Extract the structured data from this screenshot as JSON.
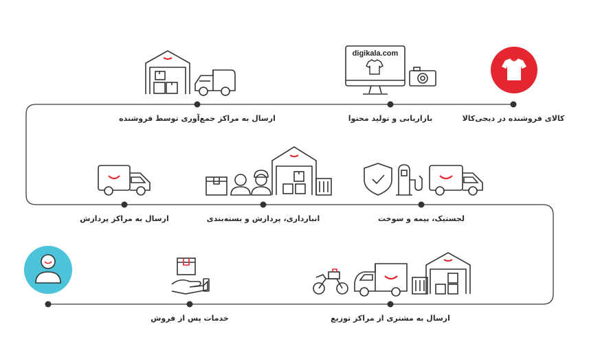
{
  "steps": [
    {
      "label": "کالای فروشنده در دیجی‌کالا"
    },
    {
      "label": "بازاریابی و تولید محتوا"
    },
    {
      "label": "ارسال به مراکز جمع‌آوری توسط فروشنده"
    },
    {
      "label": "لجستیک، بیمه و سوخت"
    },
    {
      "label": "انبارداری، پردازش و بسته‌بندی"
    },
    {
      "label": "ارسال به مراکز پردازش"
    },
    {
      "label": "ارسال به مشتری از مراکز توزیع"
    },
    {
      "label": "خدمات پس از فروش"
    }
  ],
  "brand_text": "digikala.com",
  "colors": {
    "line": "#3a3a3a",
    "brand_red": "#e3262f",
    "customer_teal": "#4cc3d9",
    "icon_stroke": "#333333"
  },
  "icons": [
    "tshirt-icon",
    "monitor-icon",
    "camera-icon",
    "warehouse-icon",
    "delivery-truck-icon",
    "shield-check-icon",
    "fuel-pump-icon",
    "box-icon",
    "person-icon",
    "worker-icon",
    "container-icon",
    "motorcycle-icon",
    "van-icon",
    "hand-box-icon",
    "customer-icon"
  ]
}
